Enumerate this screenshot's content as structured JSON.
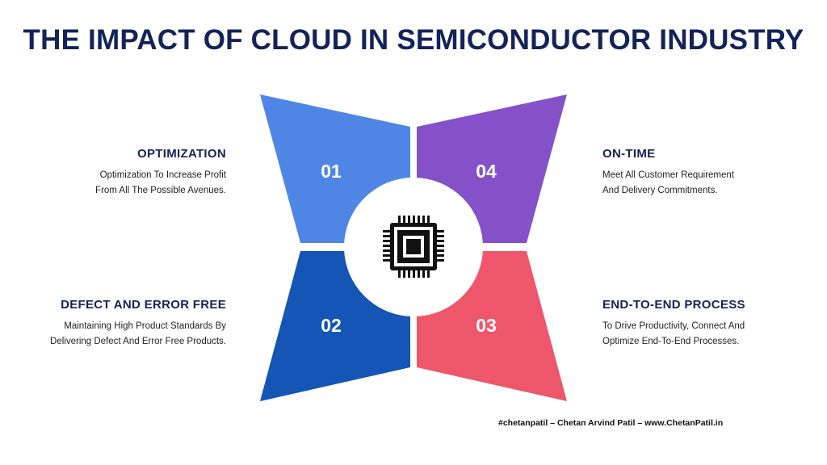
{
  "title": "THE IMPACT OF CLOUD IN SEMICONDUCTOR INDUSTRY",
  "center_icon": "chip-icon",
  "colors": {
    "title": "#13235a",
    "q1": "#4f86e6",
    "q2": "#1455b5",
    "q3": "#ee566b",
    "q4": "#8551c9"
  },
  "quadrants": [
    {
      "number": "01",
      "heading": "OPTIMIZATION",
      "text_line1": "Optimization To Increase Profit",
      "text_line2": "From All The Possible Avenues."
    },
    {
      "number": "02",
      "heading": "DEFECT AND ERROR FREE",
      "text_line1": "Maintaining High Product Standards By",
      "text_line2": "Delivering Defect And Error Free Products."
    },
    {
      "number": "03",
      "heading": "END-TO-END PROCESS",
      "text_line1": "To Drive Productivity, Connect And",
      "text_line2": "Optimize End-To-End Processes."
    },
    {
      "number": "04",
      "heading": "ON-TIME",
      "text_line1": "Meet All Customer Requirement",
      "text_line2": "And Delivery Commitments."
    }
  ],
  "footer": "#chetanpatil – Chetan Arvind Patil – www.ChetanPatil.in"
}
